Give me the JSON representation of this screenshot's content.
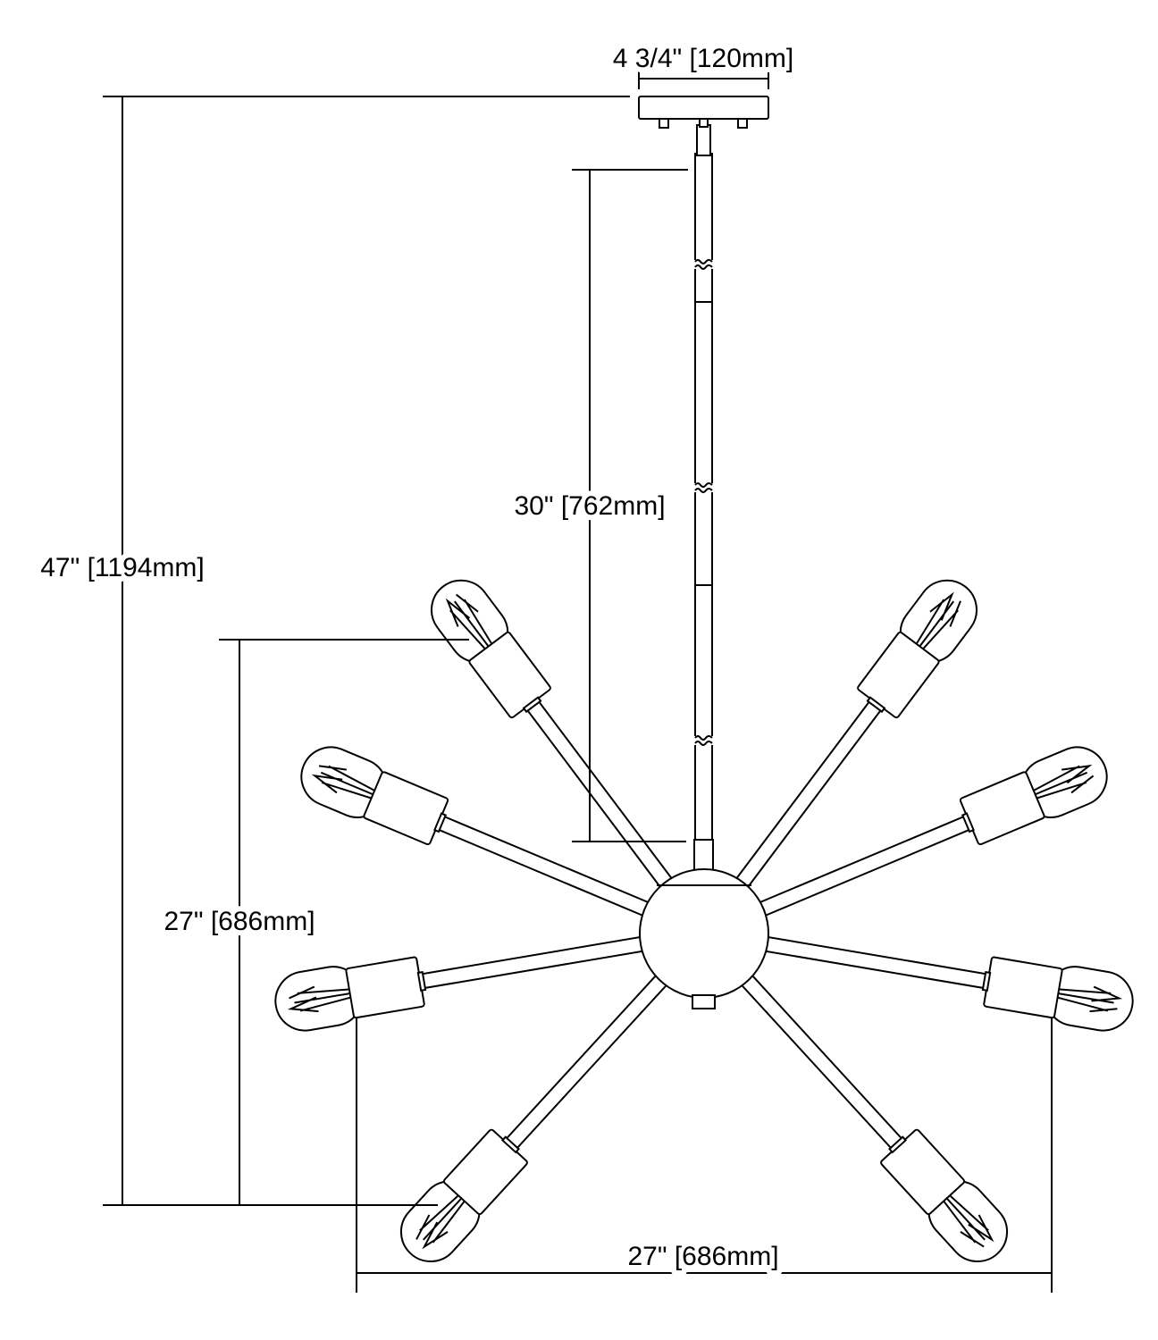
{
  "dimensions": {
    "canopy_width": "4 3/4\" [120mm]",
    "overall_height": "47\" [1194mm]",
    "rod_length": "30\" [762mm]",
    "fixture_height": "27\" [686mm]",
    "fixture_width": "27\" [686mm]"
  },
  "fixture": {
    "arm_count": 8,
    "break_marks": 3
  },
  "colors": {
    "line": "#000000",
    "background": "#ffffff"
  }
}
